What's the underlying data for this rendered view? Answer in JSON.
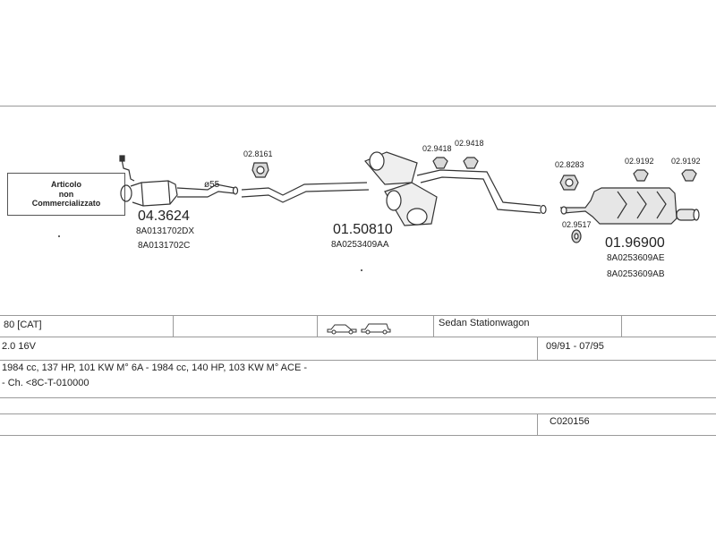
{
  "notice_box": {
    "line1": "Articolo",
    "line2": "non",
    "line3": "Commercializzato"
  },
  "parts": {
    "catalyst": {
      "code": "04.3624",
      "oem1": "8A0131702DX",
      "oem2": "8A0131702C",
      "diameter": "ø55"
    },
    "gasket_front": {
      "code": "02.8161"
    },
    "center_muffler": {
      "code": "01.50810",
      "oem": "8A0253409AA"
    },
    "hanger_a": {
      "code": "02.9418"
    },
    "hanger_b": {
      "code": "02.9418"
    },
    "gasket_rear": {
      "code": "02.8283"
    },
    "clamp_rear": {
      "code": "02.9517"
    },
    "hanger_c": {
      "code": "02.9192"
    },
    "hanger_d": {
      "code": "02.9192"
    },
    "rear_muffler": {
      "code": "01.96900",
      "oem1": "8A0253609AE",
      "oem2": "8A0253609AB"
    }
  },
  "info_rows": {
    "model": "80  [CAT]",
    "body_types": "Sedan  Stationwagon",
    "engine": "2.0 16V",
    "years": "09/91 - 07/95",
    "specs": "1984 cc, 137 HP, 101 KW M° 6A - 1984 cc, 140 HP, 103 KW M° ACE -",
    "chassis": "- Ch. <8C-T-010000",
    "catalog_code": "C020156"
  },
  "colors": {
    "line": "#333333",
    "grid": "#9a9a9a",
    "part_fill": "#d9d9d9"
  }
}
